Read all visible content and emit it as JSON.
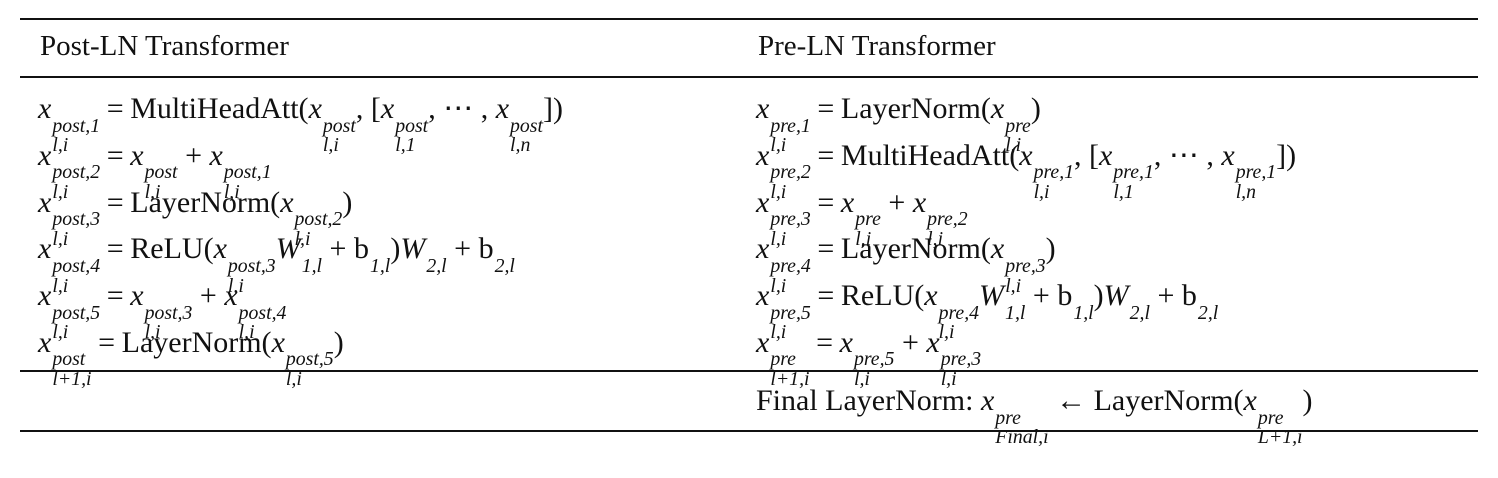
{
  "headers": {
    "left": "Post-LN Transformer",
    "right": "Pre-LN Transformer"
  },
  "final_label": "Final LayerNorm:",
  "post_ln": [
    {
      "lhs": {
        "base": "x",
        "sup": "post,1",
        "sub": "l,i"
      },
      "rhs": [
        {
          "t": "fn",
          "v": "MultiHeadAtt("
        },
        {
          "t": "var",
          "base": "x",
          "sup": "post",
          "sub": "l,i"
        },
        {
          "t": "op",
          "v": ", ["
        },
        {
          "t": "var",
          "base": "x",
          "sup": "post",
          "sub": "l,1"
        },
        {
          "t": "op",
          "v": ", ⋯ , "
        },
        {
          "t": "var",
          "base": "x",
          "sup": "post",
          "sub": "l,n"
        },
        {
          "t": "op",
          "v": "])"
        }
      ]
    },
    {
      "lhs": {
        "base": "x",
        "sup": "post,2",
        "sub": "l,i"
      },
      "rhs": [
        {
          "t": "var",
          "base": "x",
          "sup": "post",
          "sub": "l,i"
        },
        {
          "t": "op",
          "v": " + "
        },
        {
          "t": "var",
          "base": "x",
          "sup": "post,1",
          "sub": "l,i"
        }
      ]
    },
    {
      "lhs": {
        "base": "x",
        "sup": "post,3",
        "sub": "l,i"
      },
      "rhs": [
        {
          "t": "fn",
          "v": "LayerNorm("
        },
        {
          "t": "var",
          "base": "x",
          "sup": "post,2",
          "sub": "l,i"
        },
        {
          "t": "op",
          "v": ")"
        }
      ]
    },
    {
      "lhs": {
        "base": "x",
        "sup": "post,4",
        "sub": "l,i"
      },
      "rhs": [
        {
          "t": "fn",
          "v": "ReLU("
        },
        {
          "t": "var",
          "base": "x",
          "sup": "post,3",
          "sub": "l,i"
        },
        {
          "t": "var",
          "base": "W",
          "sup": "1,l",
          "sub": ""
        },
        {
          "t": "op",
          "v": " + "
        },
        {
          "t": "var",
          "base": "b",
          "sup": "1,l",
          "sub": "",
          "upright": true
        },
        {
          "t": "op",
          "v": ")"
        },
        {
          "t": "var",
          "base": "W",
          "sup": "2,l",
          "sub": ""
        },
        {
          "t": "op",
          "v": " + "
        },
        {
          "t": "var",
          "base": "b",
          "sup": "2,l",
          "sub": "",
          "upright": true
        }
      ]
    },
    {
      "lhs": {
        "base": "x",
        "sup": "post,5",
        "sub": "l,i"
      },
      "rhs": [
        {
          "t": "var",
          "base": "x",
          "sup": "post,3",
          "sub": "l,i"
        },
        {
          "t": "op",
          "v": " + "
        },
        {
          "t": "var",
          "base": "x",
          "sup": "post,4",
          "sub": "l,i"
        }
      ]
    },
    {
      "lhs": {
        "base": "x",
        "sup": "post",
        "sub": "l+1,i"
      },
      "rhs": [
        {
          "t": "fn",
          "v": "LayerNorm("
        },
        {
          "t": "var",
          "base": "x",
          "sup": "post,5",
          "sub": "l,i"
        },
        {
          "t": "op",
          "v": ")"
        }
      ]
    }
  ],
  "pre_ln": [
    {
      "lhs": {
        "base": "x",
        "sup": "pre,1",
        "sub": "l,i"
      },
      "rhs": [
        {
          "t": "fn",
          "v": "LayerNorm("
        },
        {
          "t": "var",
          "base": "x",
          "sup": "pre",
          "sub": "l,i"
        },
        {
          "t": "op",
          "v": ")"
        }
      ]
    },
    {
      "lhs": {
        "base": "x",
        "sup": "pre,2",
        "sub": "l,i"
      },
      "rhs": [
        {
          "t": "fn",
          "v": "MultiHeadAtt("
        },
        {
          "t": "var",
          "base": "x",
          "sup": "pre,1",
          "sub": "l,i"
        },
        {
          "t": "op",
          "v": ", ["
        },
        {
          "t": "var",
          "base": "x",
          "sup": "pre,1",
          "sub": "l,1"
        },
        {
          "t": "op",
          "v": ", ⋯ , "
        },
        {
          "t": "var",
          "base": "x",
          "sup": "pre,1",
          "sub": "l,n"
        },
        {
          "t": "op",
          "v": "])"
        }
      ]
    },
    {
      "lhs": {
        "base": "x",
        "sup": "pre,3",
        "sub": "l,i"
      },
      "rhs": [
        {
          "t": "var",
          "base": "x",
          "sup": "pre",
          "sub": "l,i"
        },
        {
          "t": "op",
          "v": " + "
        },
        {
          "t": "var",
          "base": "x",
          "sup": "pre,2",
          "sub": "l,i"
        }
      ]
    },
    {
      "lhs": {
        "base": "x",
        "sup": "pre,4",
        "sub": "l,i"
      },
      "rhs": [
        {
          "t": "fn",
          "v": "LayerNorm("
        },
        {
          "t": "var",
          "base": "x",
          "sup": "pre,3",
          "sub": "l,i"
        },
        {
          "t": "op",
          "v": ")"
        }
      ]
    },
    {
      "lhs": {
        "base": "x",
        "sup": "pre,5",
        "sub": "l,i"
      },
      "rhs": [
        {
          "t": "fn",
          "v": "ReLU("
        },
        {
          "t": "var",
          "base": "x",
          "sup": "pre,4",
          "sub": "l,i"
        },
        {
          "t": "var",
          "base": "W",
          "sup": "1,l",
          "sub": ""
        },
        {
          "t": "op",
          "v": " + "
        },
        {
          "t": "var",
          "base": "b",
          "sup": "1,l",
          "sub": "",
          "upright": true
        },
        {
          "t": "op",
          "v": ")"
        },
        {
          "t": "var",
          "base": "W",
          "sup": "2,l",
          "sub": ""
        },
        {
          "t": "op",
          "v": " + "
        },
        {
          "t": "var",
          "base": "b",
          "sup": "2,l",
          "sub": "",
          "upright": true
        }
      ]
    },
    {
      "lhs": {
        "base": "x",
        "sup": "pre",
        "sub": "l+1,i"
      },
      "rhs": [
        {
          "t": "var",
          "base": "x",
          "sup": "pre,5",
          "sub": "l,i"
        },
        {
          "t": "op",
          "v": " + "
        },
        {
          "t": "var",
          "base": "x",
          "sup": "pre,3",
          "sub": "l,i"
        }
      ]
    }
  ],
  "final": [
    {
      "t": "var",
      "base": "x",
      "sup": "pre",
      "sub": "Final,i"
    },
    {
      "t": "op",
      "v": " ← "
    },
    {
      "t": "fn",
      "v": "LayerNorm("
    },
    {
      "t": "var",
      "base": "x",
      "sup": "pre",
      "sub": "L+1,i"
    },
    {
      "t": "op",
      "v": ")"
    }
  ]
}
